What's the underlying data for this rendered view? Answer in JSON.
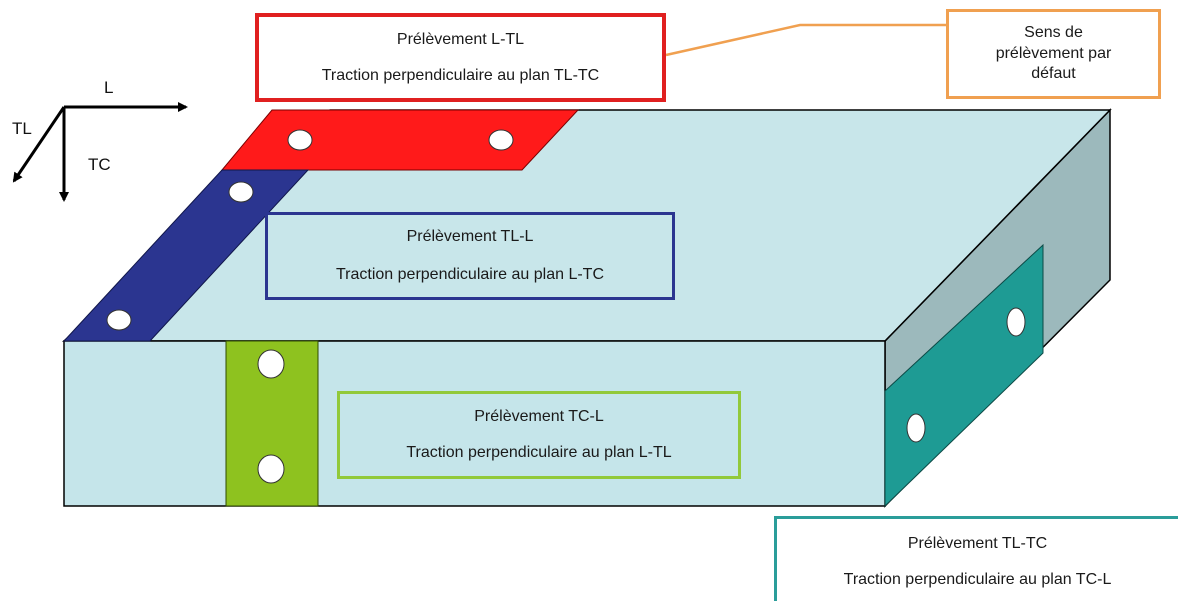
{
  "axes": {
    "l": "L",
    "tl": "TL",
    "tc": "TC"
  },
  "labels": {
    "l_tl": {
      "title": "Prélèvement L-TL",
      "subtitle": "Traction perpendiculaire au plan TL-TC"
    },
    "tl_l": {
      "title": "Prélèvement TL-L",
      "subtitle": "Traction perpendiculaire au plan L-TC"
    },
    "tc_l": {
      "title": "Prélèvement TC-L",
      "subtitle": "Traction perpendiculaire au  plan L-TL"
    },
    "tl_tc": {
      "title": "Prélèvement TL-TC",
      "subtitle": "Traction perpendiculaire au  plan TC-L"
    },
    "default_direction": {
      "line1": "Sens de",
      "line2": "prélèvement par",
      "line3": "défaut"
    }
  },
  "colors": {
    "block_top": "#c8e6ea",
    "block_front": "#c5e5ea",
    "block_side": "#9cb9bc",
    "l_tl": "#ff1a1a",
    "tl_l": "#2b3590",
    "tc_l": "#8ec21f",
    "tl_tc": "#1e9b94",
    "default_direction": "#f0a050"
  }
}
